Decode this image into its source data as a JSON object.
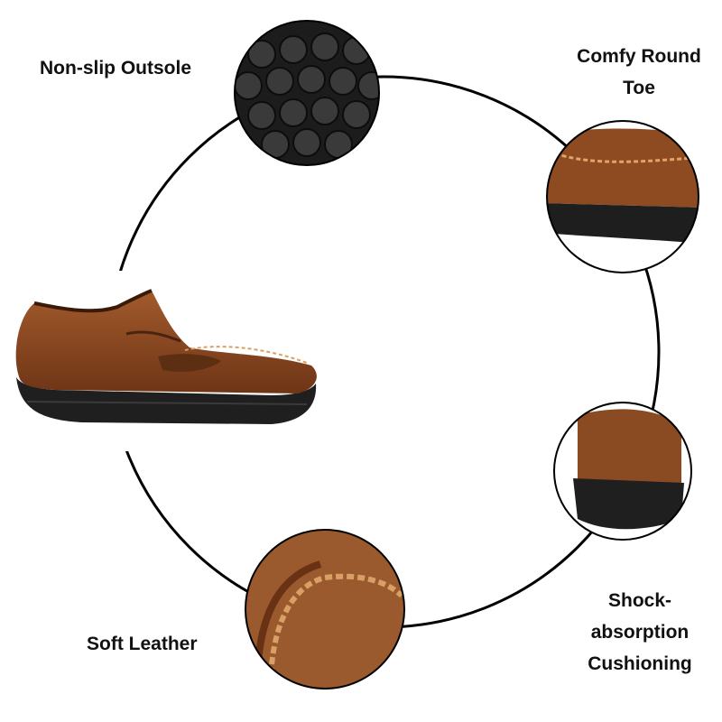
{
  "features": {
    "outsole": "Non-slip Outsole",
    "toe_line1": "Comfy Round",
    "toe_line2": "Toe",
    "leather": "Soft Leather",
    "shock_line1": "Shock-",
    "shock_line2": "absorption",
    "shock_line3": "Cushioning"
  },
  "colors": {
    "leather": "#8a4a22",
    "leather_dark": "#5a2a10",
    "sole": "#1e1e1e",
    "ring": "#000000"
  }
}
